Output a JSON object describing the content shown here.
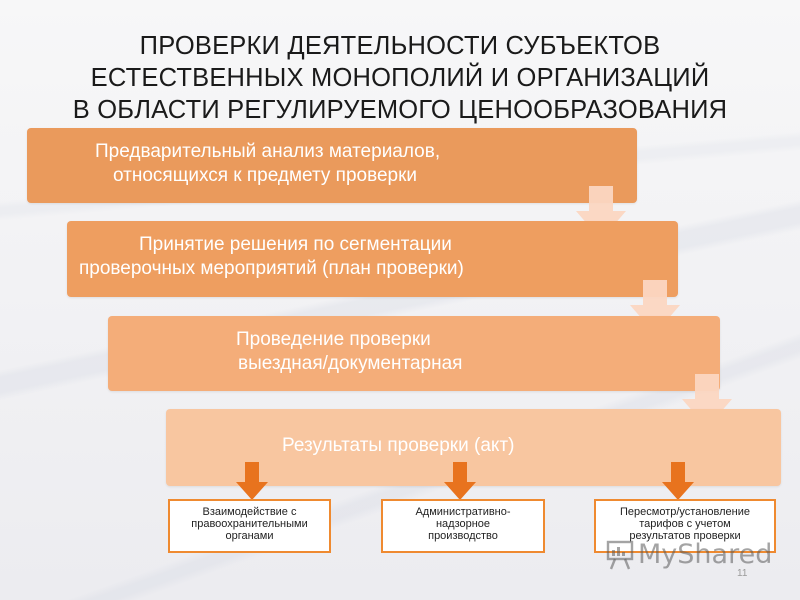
{
  "title": {
    "lines": [
      "ПРОВЕРКИ ДЕЯТЕЛЬНОСТИ СУБЪЕКТОВ",
      "ЕСТЕСТВЕННЫХ МОНОПОЛИЙ И ОРГАНИЗАЦИЙ",
      "В ОБЛАСТИ РЕГУЛИРУЕМОГО ЦЕНООБРАЗОВАНИЯ"
    ]
  },
  "steps": [
    {
      "lines": [
        "Предварительный анализ материалов,",
        "относящихся к предмету проверки"
      ]
    },
    {
      "lines": [
        "Принятие решения по сегментации",
        "проверочных мероприятий (план проверки)"
      ]
    },
    {
      "lines": [
        "Проведение проверки",
        "выездная/документарная"
      ]
    },
    {
      "lines": [
        "Результаты проверки (акт)"
      ]
    }
  ],
  "outcomes": [
    {
      "lines": [
        "Взаимодействие с",
        "правоохранительными",
        "органами"
      ]
    },
    {
      "lines": [
        "Административно-",
        "надзорное",
        "производство"
      ]
    },
    {
      "lines": [
        "Пересмотр/установление",
        "тарифов с учетом",
        "результатов проверки"
      ]
    }
  ],
  "watermark": "MyShared",
  "page_number": "11",
  "colors": {
    "step1": "#ea9a5c",
    "step2": "#ee9e60",
    "step3": "#f4ad79",
    "step4": "#f8c6a0",
    "connector_arrow": "#fbd6c1",
    "outcome_arrow": "#e8731e",
    "outcome_border": "#ef8a30"
  },
  "icons": {
    "step_connector": "down-arrow-icon",
    "outcome_connector": "down-arrow-icon",
    "watermark_logo": "presentation-board-icon"
  }
}
